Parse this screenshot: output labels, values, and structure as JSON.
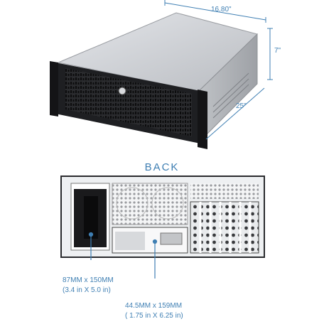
{
  "dimensions": {
    "width": "16.80\"",
    "height": "7\"",
    "depth": "25\""
  },
  "back_label": "BACK",
  "specs": {
    "psu_bay": {
      "line1": "87MM  x  150MM",
      "line2": "(3.4 in  X  5.0 in)"
    },
    "drive_bay": {
      "line1": "44.5MM  x  159MM",
      "line2": "( 1.75 in  X  6.25 in)"
    }
  },
  "colors": {
    "accent": "#3f7fb3",
    "chassis_silver": "#c9cbcf",
    "front_panel": "#1e1f22",
    "back_panel": "#eef0f2"
  }
}
